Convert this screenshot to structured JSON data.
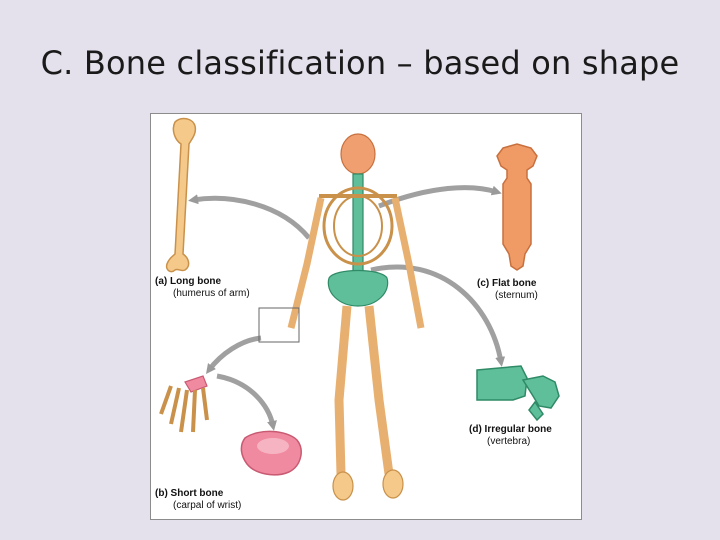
{
  "slide": {
    "title": "C. Bone classification – based on shape"
  },
  "figure": {
    "labels": {
      "long": {
        "name": "(a) Long bone",
        "example": "(humerus of arm)"
      },
      "short": {
        "name": "(b) Short bone",
        "example": "(carpal of wrist)"
      },
      "flat": {
        "name": "(c) Flat bone",
        "example": "(sternum)"
      },
      "irregular": {
        "name": "(d) Irregular bone",
        "example": "(vertebra)"
      }
    },
    "colors": {
      "bone": "#f4c98a",
      "bone_outline": "#c9914a",
      "skull": "#f0a070",
      "sternum": "#f09a66",
      "axial": "#5fbf9a",
      "carpal": "#f08aa0",
      "arrow": "#9a9a9a"
    }
  }
}
